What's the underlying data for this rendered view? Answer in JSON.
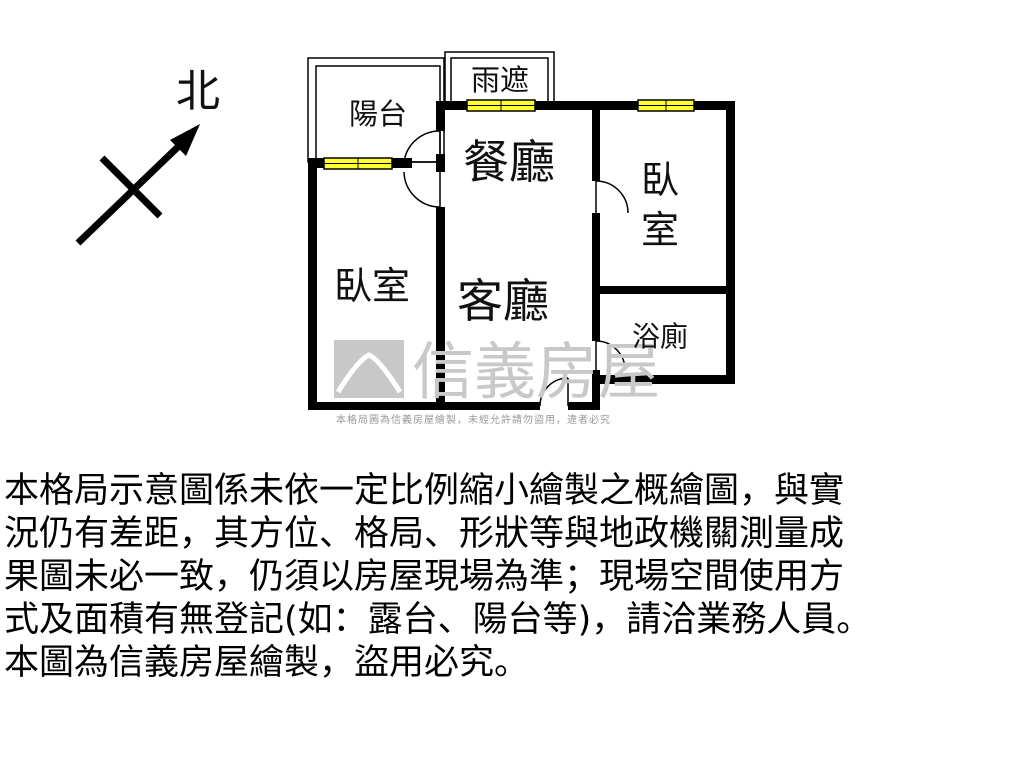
{
  "compass": {
    "north_label": "北"
  },
  "rooms": {
    "balcony": "陽台",
    "canopy": "雨遮",
    "dining": "餐廳",
    "bedroom_right_line1": "臥",
    "bedroom_right_line2": "室",
    "bedroom_left": "臥室",
    "living": "客廳",
    "bathroom": "浴廁"
  },
  "watermark": {
    "brand": "信義房屋",
    "notice": "本格局圖為信義房屋繪製，未經允許請勿盜用，違者必究"
  },
  "disclaimer": {
    "lines": [
      "本格局示意圖係未依一定比例縮小繪製之概繪圖，與實",
      "況仍有差距，其方位、格局、形狀等與地政機關測量成",
      "果圖未必一致，仍須以房屋現場為準；現場空間使用方",
      "式及面積有無登記(如：露台、陽台等)，請洽業務人員。",
      "本圖為信義房屋繪製，盜用必究。"
    ]
  },
  "colors": {
    "wall": "#000000",
    "window": "#ffff33",
    "watermark": "#c8c8c8",
    "watermark_notice": "#999999"
  }
}
